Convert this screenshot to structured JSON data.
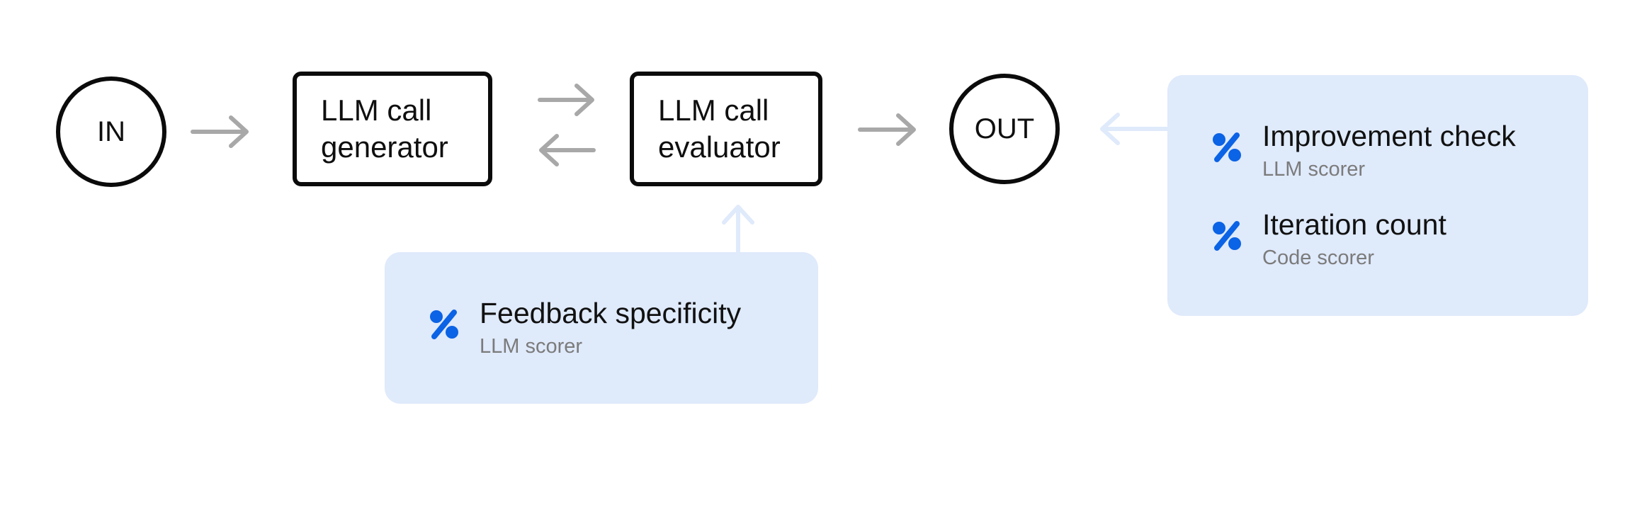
{
  "nodes": {
    "in": "IN",
    "generator": {
      "line1": "LLM call",
      "line2": "generator"
    },
    "evaluator": {
      "line1": "LLM call",
      "line2": "evaluator"
    },
    "out": "OUT"
  },
  "scorer_panels": {
    "evaluator_panel": {
      "items": [
        {
          "name": "Feedback specificity",
          "type": "LLM scorer",
          "icon": "percent-icon"
        }
      ]
    },
    "output_panel": {
      "items": [
        {
          "name": "Improvement check",
          "type": "LLM scorer",
          "icon": "percent-icon"
        },
        {
          "name": "Iteration count",
          "type": "Code scorer",
          "icon": "percent-icon"
        }
      ]
    }
  },
  "colors": {
    "node_border": "#0b0b0b",
    "flow_arrow": "#a8a8a8",
    "scorer_arrow": "#dfeafb",
    "panel_bg": "#dfeafb",
    "icon": "#0b63e5",
    "scorer_type_text": "#7b7b7b"
  }
}
